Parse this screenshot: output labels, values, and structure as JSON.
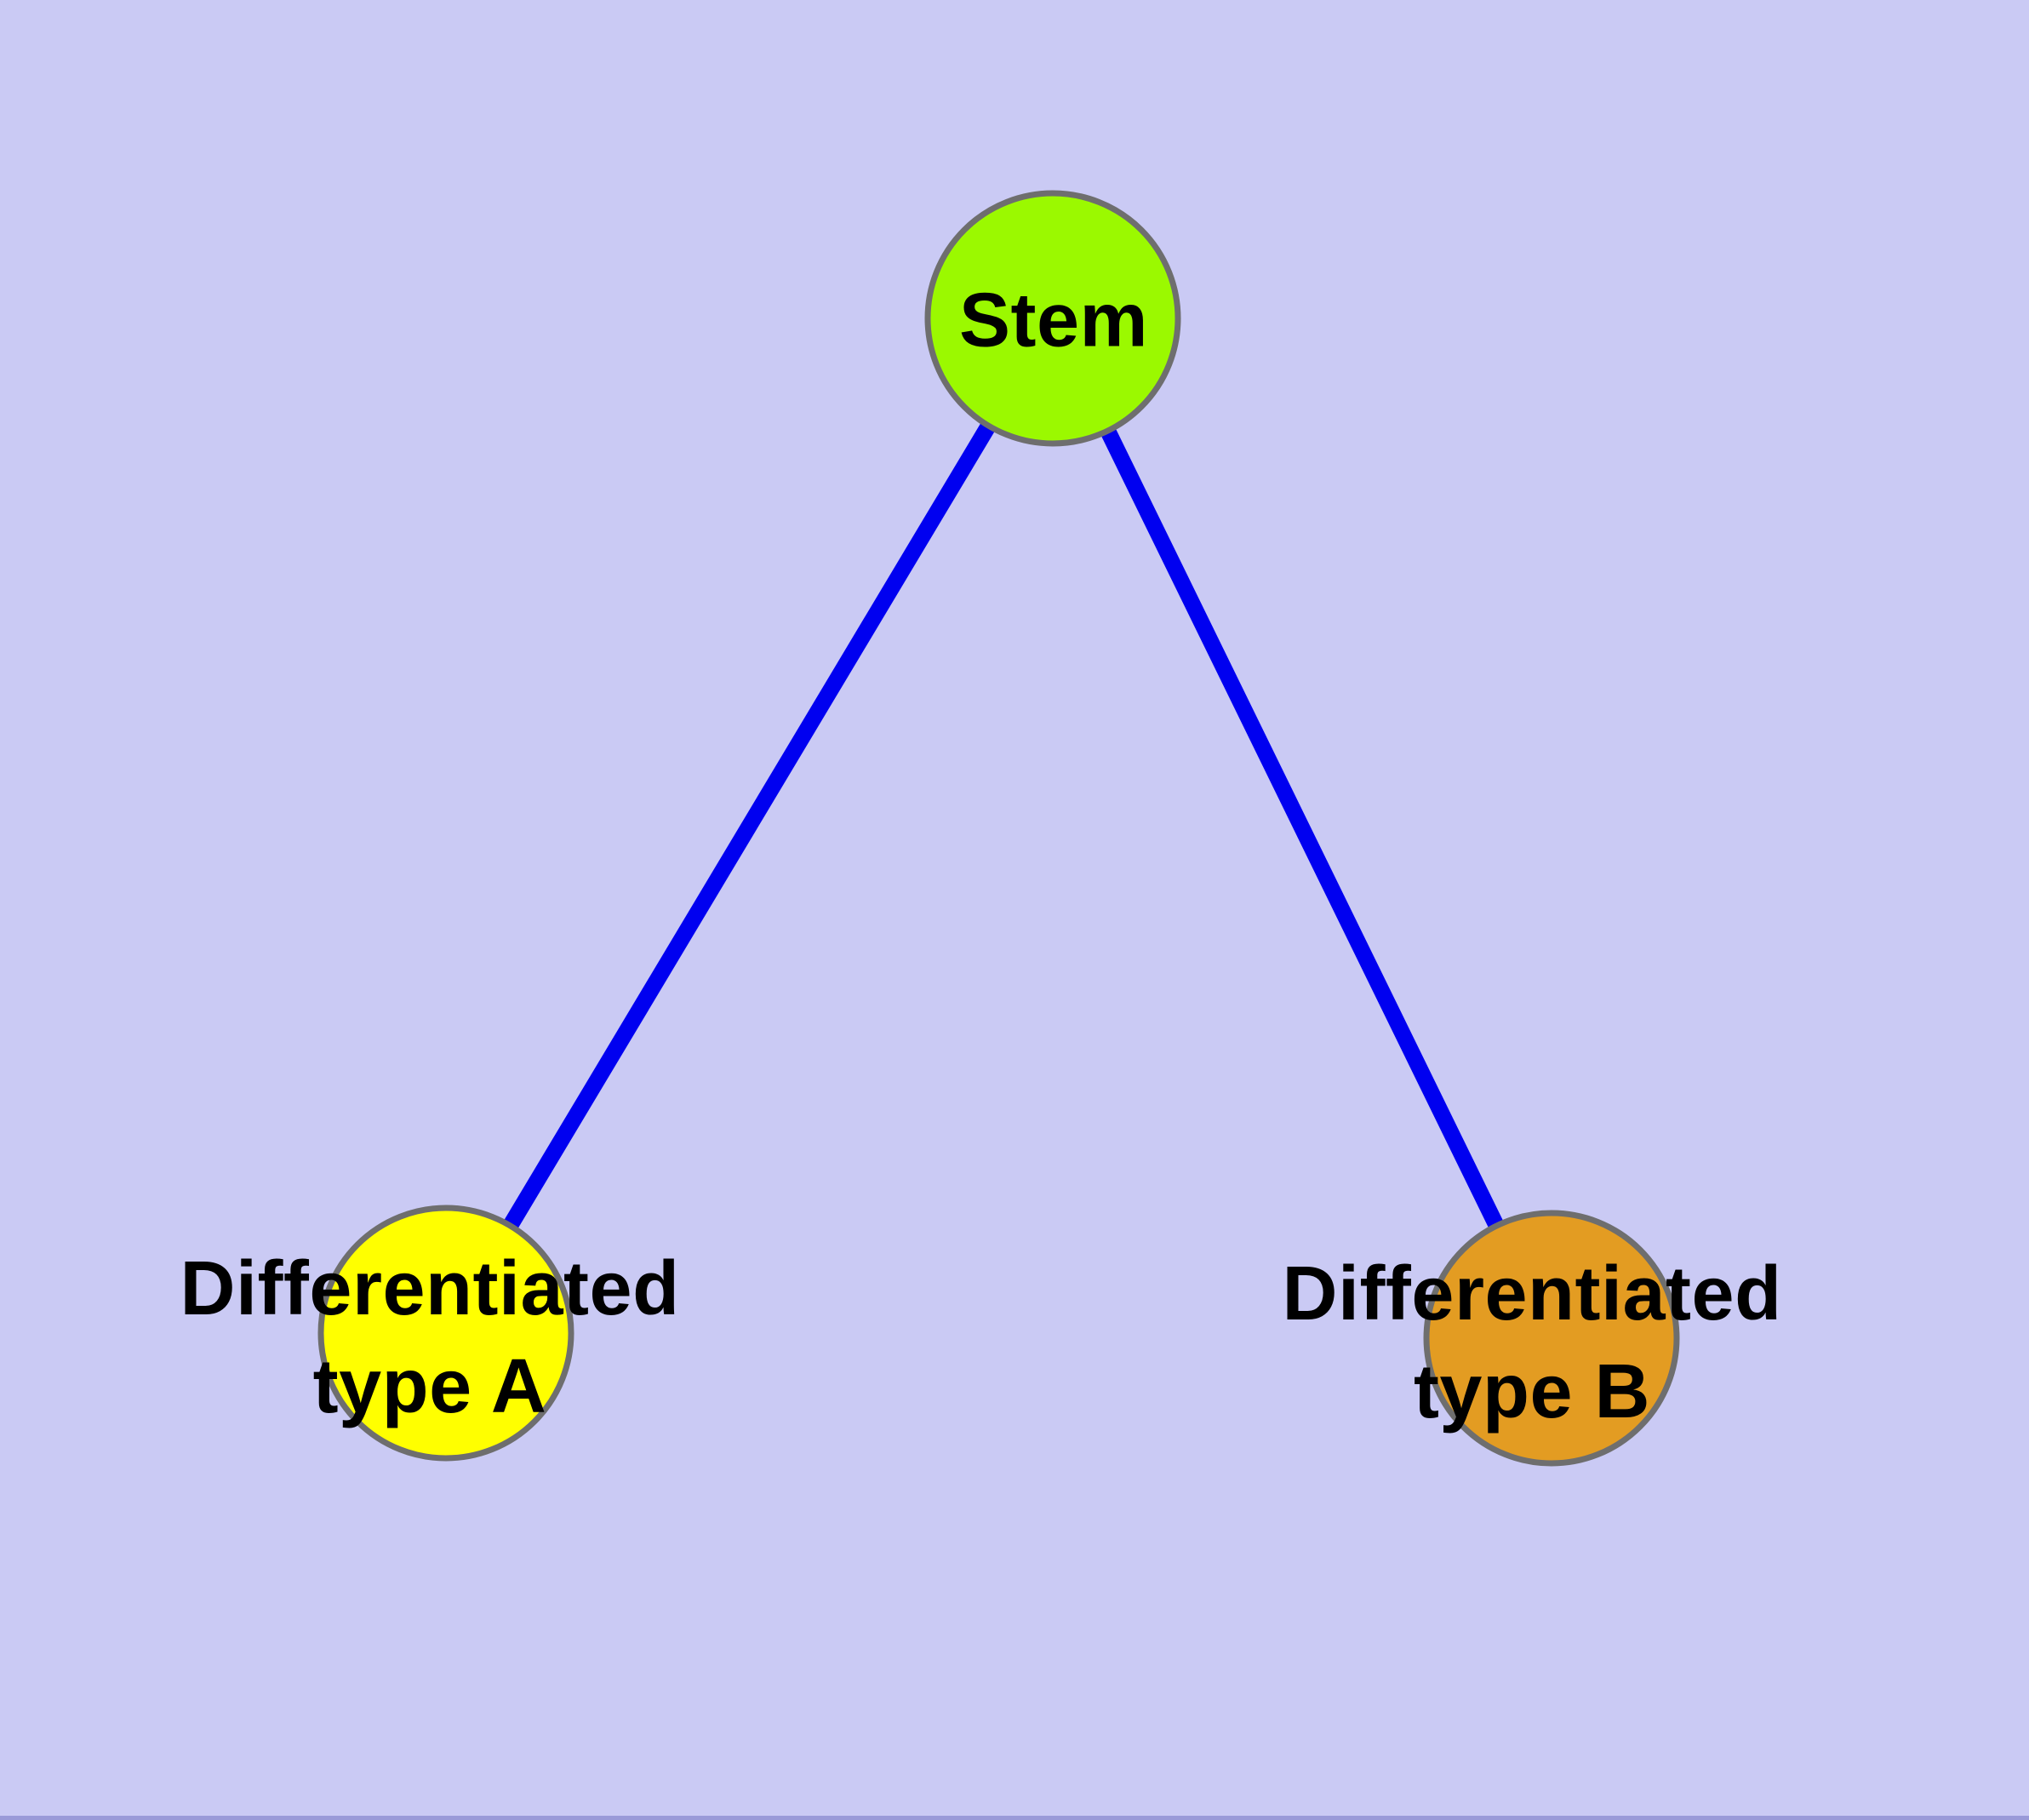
{
  "diagram": {
    "type": "graph",
    "background_color": "#CACAF4",
    "bottom_edge_color": "#9A9AD8",
    "edge_color": "#0000F0",
    "node_border_color": "#6E6E6E",
    "label_color": "#000000",
    "nodes": [
      {
        "id": "stem",
        "lines": [
          "Stem"
        ],
        "fill": "#9BF900"
      },
      {
        "id": "differentiated-type-a",
        "lines": [
          "Differentiated",
          "type A"
        ],
        "fill": "#FFFF00"
      },
      {
        "id": "differentiated-type-b",
        "lines": [
          "Differentiated",
          "type B"
        ],
        "fill": "#E39C22"
      }
    ],
    "edges": [
      {
        "from": "Stem",
        "to": "Differentiated type A"
      },
      {
        "from": "Stem",
        "to": "Differentiated type B"
      }
    ]
  }
}
